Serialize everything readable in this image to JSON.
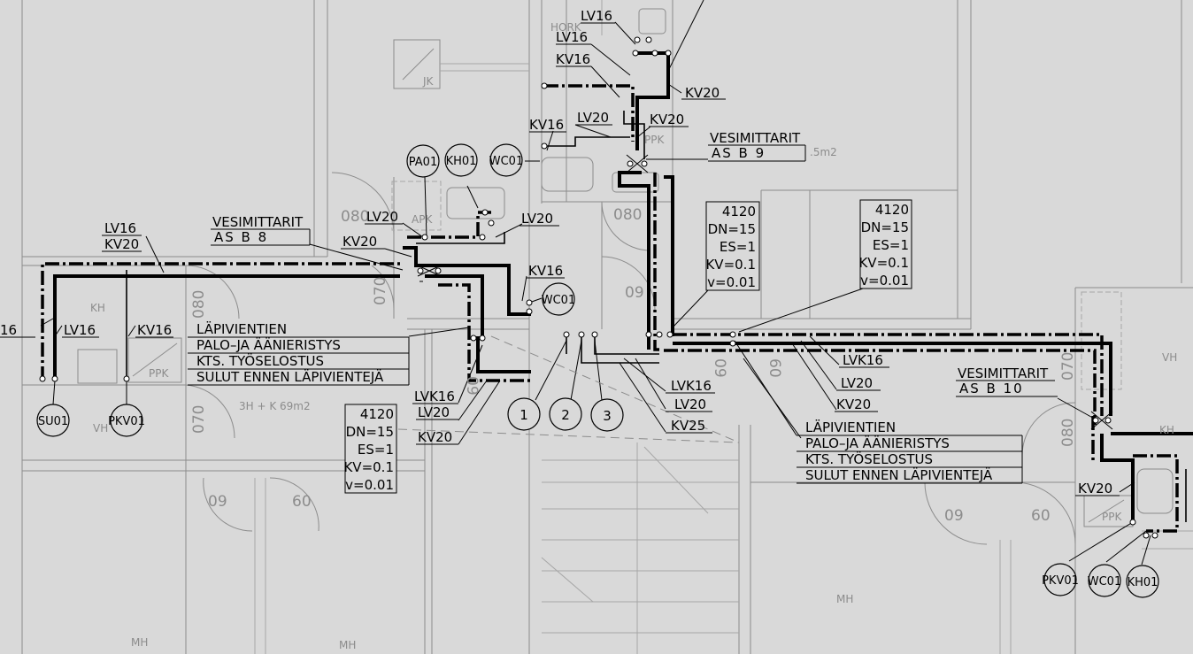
{
  "pipe_labels": {
    "lv16_a": "LV16",
    "lv16_b": "LV16",
    "kv16_a": "KV16",
    "kv20_a": "KV20",
    "kv16_b": "KV16",
    "lv20_a": "LV20",
    "kv20_b": "KV20",
    "lv16_w": "LV16",
    "kv20_w": "KV20",
    "lv20_b": "LV20",
    "lv20_c": "LV20",
    "kv20_c": "KV20",
    "kv16_c": "KV16",
    "lv16_edge": "16",
    "lv16_c": "LV16",
    "kv16_d": "KV16",
    "lvk16_a": "LVK16",
    "lv20_d": "LV20",
    "kv20_d": "KV20",
    "lvk16_b": "LVK16",
    "lv20_e": "LV20",
    "kv25": "KV25",
    "lvk16_c": "LVK16",
    "lv20_f": "LV20",
    "kv20_e": "KV20",
    "kv20_f": "KV20"
  },
  "meters": [
    {
      "title": "VESIMITTARIT",
      "ref": "AS B 8"
    },
    {
      "title": "VESIMITTARIT",
      "ref": "AS B 9"
    },
    {
      "title": "VESIMITTARIT",
      "ref": "AS B 10"
    }
  ],
  "valve_specs": [
    {
      "code": "4120",
      "dn": "DN=15",
      "es": "ES=1",
      "kv": "KV=0.1",
      "v": "v=0.01"
    },
    {
      "code": "4120",
      "dn": "DN=15",
      "es": "ES=1",
      "kv": "KV=0.1",
      "v": "v=0.01"
    },
    {
      "code": "4120",
      "dn": "DN=15",
      "es": "ES=1",
      "kv": "KV=0.1",
      "v": "v=0.01"
    }
  ],
  "note_blocks": [
    {
      "l1": "LÄPIVIENTIEN",
      "l2": "PALO–JA ÄÄNIERISTYS",
      "l3": "KTS. TYÖSELOSTUS",
      "l4": "SULUT ENNEN LÄPIVIENTEJÄ"
    },
    {
      "l1": "LÄPIVIENTIEN",
      "l2": "PALO–JA ÄÄNIERISTYS",
      "l3": "KTS. TYÖSELOSTUS",
      "l4": "SULUT ENNEN LÄPIVIENTEJÄ"
    }
  ],
  "fixtures": {
    "pa01": "PA01",
    "kh01_a": "KH01",
    "wc01_a": "WC01",
    "wc01_b": "WC01",
    "su01": "SU01",
    "pkv01_a": "PKV01",
    "pkv01_b": "PKV01",
    "wc01_c": "WC01",
    "kh01_b": "KH01"
  },
  "risers": [
    "1",
    "2",
    "3"
  ],
  "room_marks": {
    "jk": "JK",
    "hork": "HORK",
    "ppk_a": "PPK",
    "apk": "APK",
    "kh": "KH",
    "ppk_b": "PPK",
    "vh_a": "VH",
    "area": "3H + K 69m2",
    "vh_b": "VH",
    "mh_a": "MH",
    "mh_b": "MH",
    "mh_c": "MH",
    "ppk_c": "PPK",
    "kh_b": "KH",
    "m2": ".5m2",
    "d1": "080",
    "d2": "070",
    "d3": "080",
    "d4": "09",
    "d5": "080",
    "d6": "070",
    "d7": "09",
    "d8": "60",
    "d9": "09",
    "d10": "080",
    "d11": "09",
    "d12": "60",
    "d13": "09",
    "d14": "080",
    "d15": "070"
  }
}
